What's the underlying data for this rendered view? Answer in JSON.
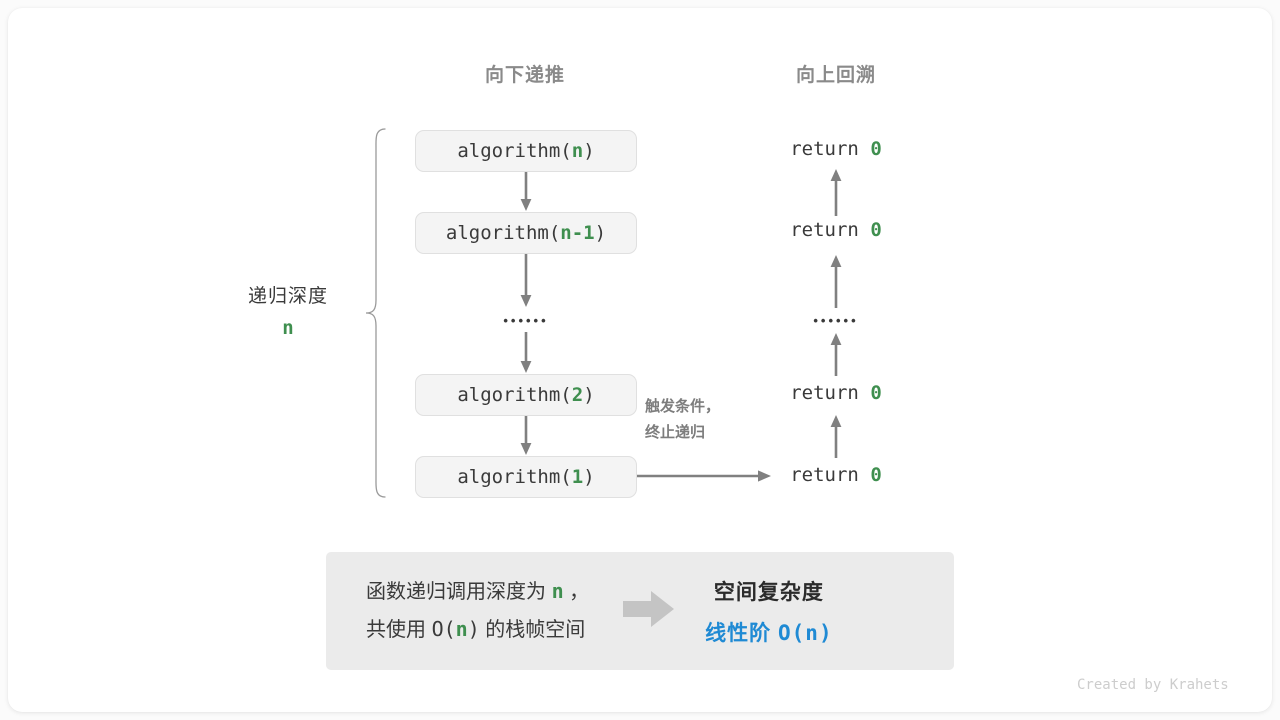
{
  "card": {
    "background": "#ffffff",
    "page_background": "#fbfbfb"
  },
  "colors": {
    "accent_green": "#3f8f4f",
    "accent_blue": "#1f8ad4",
    "arrow_gray": "#808080",
    "heading_gray": "#8a8a8a",
    "box_fill": "#f4f4f4",
    "box_border": "#e0e0e0",
    "panel_fill": "#ebebeb",
    "panel_arrow": "#c4c4c4"
  },
  "headings": {
    "left": "向下递推",
    "right": "向上回溯"
  },
  "depth_bracket": {
    "label": "递归深度",
    "value": "n"
  },
  "call_stack": [
    {
      "name": "algorithm(",
      "arg": "n",
      "close": ")"
    },
    {
      "name": "algorithm(",
      "arg": "n-1",
      "close": ")"
    },
    {
      "name": "algorithm(",
      "arg": "2",
      "close": ")"
    },
    {
      "name": "algorithm(",
      "arg": "1",
      "close": ")"
    }
  ],
  "ellipsis": "••••••",
  "returns": [
    {
      "keyword": "return",
      "value": "0"
    },
    {
      "keyword": "return",
      "value": "0"
    },
    {
      "keyword": "return",
      "value": "0"
    },
    {
      "keyword": "return",
      "value": "0"
    }
  ],
  "trigger_note": {
    "line1": "触发条件，",
    "line2": "终止递归"
  },
  "summary": {
    "left_line1_a": "函数递归调用深度为 ",
    "left_line1_b": "n",
    "left_line1_c": " ，",
    "left_line2_a": "共使用 ",
    "left_line2_b": "O(",
    "left_line2_c": "n",
    "left_line2_d": ")",
    "left_line2_e": " 的栈帧空间",
    "arrow_icon": "right-arrow-icon",
    "right_title": "空间复杂度",
    "right_value_text": "线性阶 ",
    "right_value_mono": "O(n)"
  },
  "credit": "Created by Krahets"
}
